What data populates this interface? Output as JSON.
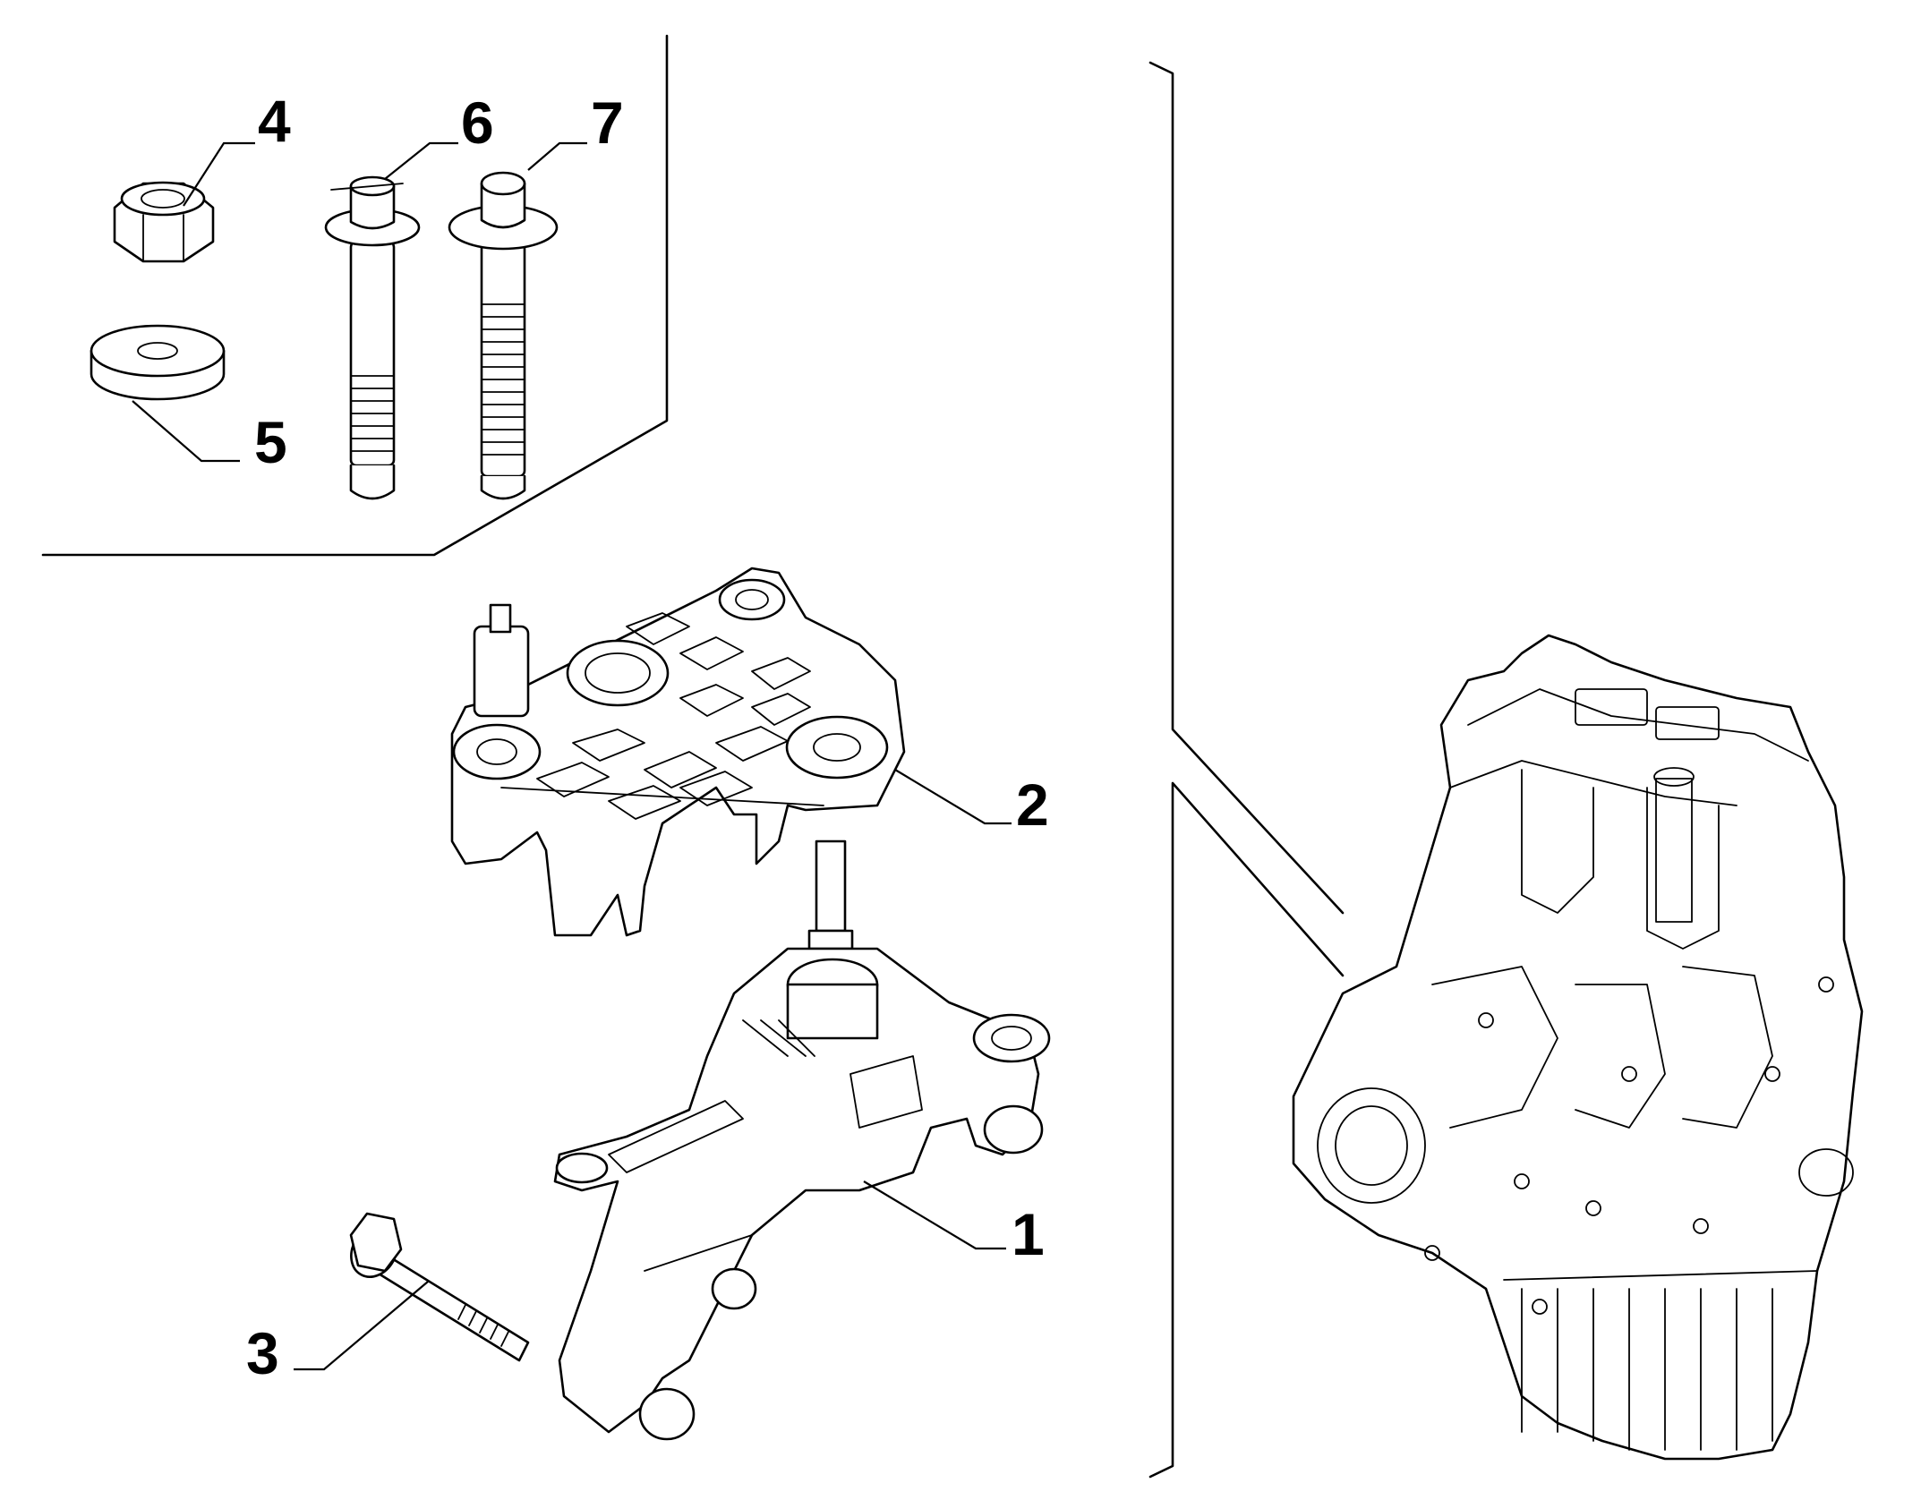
{
  "diagram": {
    "callouts": [
      {
        "id": "1",
        "label": "1"
      },
      {
        "id": "2",
        "label": "2"
      },
      {
        "id": "3",
        "label": "3"
      },
      {
        "id": "4",
        "label": "4"
      },
      {
        "id": "5",
        "label": "5"
      },
      {
        "id": "6",
        "label": "6"
      },
      {
        "id": "7",
        "label": "7"
      }
    ],
    "parts": [
      {
        "callout": "1",
        "name": "mount-support"
      },
      {
        "callout": "2",
        "name": "bracket"
      },
      {
        "callout": "3",
        "name": "bolt"
      },
      {
        "callout": "4",
        "name": "nut"
      },
      {
        "callout": "5",
        "name": "washer"
      },
      {
        "callout": "6",
        "name": "bolt"
      },
      {
        "callout": "7",
        "name": "bolt"
      }
    ]
  }
}
